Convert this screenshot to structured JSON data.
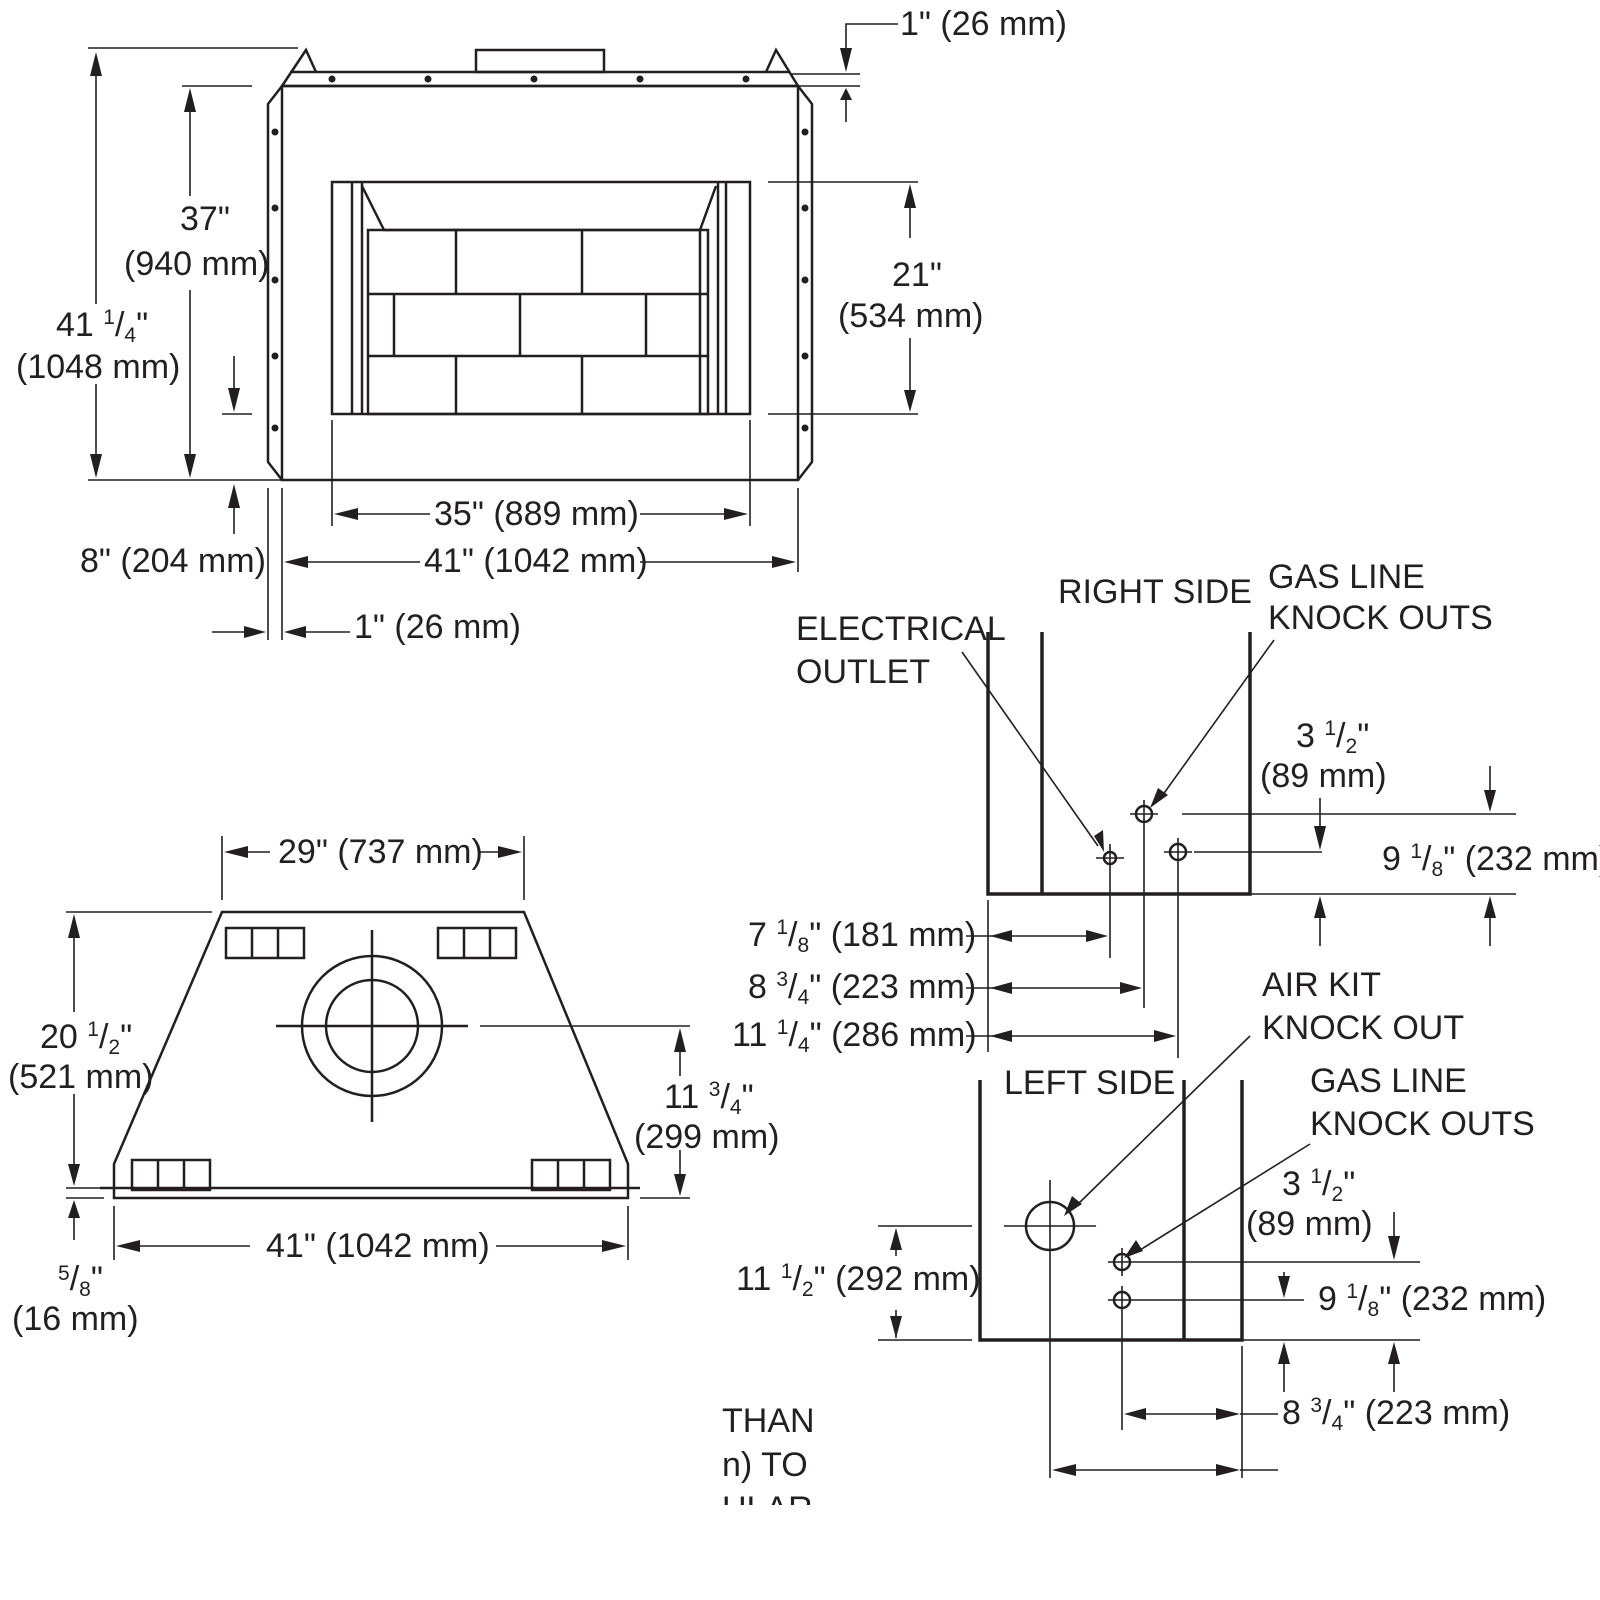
{
  "front_view": {
    "dims": {
      "top_offset": "1\" (26 mm)",
      "height_37_in": "37\"",
      "height_37_mm": "(940 mm)",
      "height_41_in_whole": "41 ",
      "height_41_in_frac_num": "1",
      "height_41_in_frac_den": "4",
      "height_41_in_mark": "\"",
      "height_41_mm": "(1048 mm)",
      "opening_21_in": "21\"",
      "opening_21_mm": "(534 mm)",
      "opening_width": "35\" (889 mm)",
      "base_8": "8\" (204 mm)",
      "overall_width": "41\" (1042 mm)",
      "side_offset": "1\" (26 mm)"
    }
  },
  "top_view": {
    "dims": {
      "top_width": "29\" (737 mm)",
      "depth_whole": "20 ",
      "depth_num": "1",
      "depth_den": "2",
      "depth_mark": "\"",
      "depth_mm": "(521 mm)",
      "flue_whole": "11 ",
      "flue_num": "3",
      "flue_den": "4",
      "flue_mark": "\"",
      "flue_mm": "(299 mm)",
      "bottom_width": "41\" (1042 mm)",
      "flange_num": "5",
      "flange_den": "8",
      "flange_mark": "\"",
      "flange_mm": "(16 mm)"
    }
  },
  "right_side": {
    "title": "RIGHT SIDE",
    "electrical_line1": "ELECTRICAL",
    "electrical_line2": "OUTLET",
    "gas_line1": "GAS LINE",
    "gas_line2": "KNOCK OUTS",
    "dim_a_whole": "3 ",
    "dim_a_num": "1",
    "dim_a_den": "2",
    "dim_a_mark": "\"",
    "dim_a_mm": "(89 mm)",
    "dim_b_whole": "9 ",
    "dim_b_num": "1",
    "dim_b_den": "8",
    "dim_b_rest": "\" (232 mm)",
    "dim_c_whole": "7 ",
    "dim_c_num": "1",
    "dim_c_den": "8",
    "dim_c_rest": "\" (181 mm)",
    "dim_d_whole": "8 ",
    "dim_d_num": "3",
    "dim_d_den": "4",
    "dim_d_rest": "\" (223 mm)",
    "dim_e_whole": "11 ",
    "dim_e_num": "1",
    "dim_e_den": "4",
    "dim_e_rest": "\" (286 mm)"
  },
  "left_side": {
    "title": "LEFT SIDE",
    "air_line1": "AIR KIT",
    "air_line2": "KNOCK OUT",
    "gas_line1": "GAS LINE",
    "gas_line2": "KNOCK OUTS",
    "dim_a_whole": "3 ",
    "dim_a_num": "1",
    "dim_a_den": "2",
    "dim_a_mark": "\"",
    "dim_a_mm": "(89 mm)",
    "dim_b_whole": "9 ",
    "dim_b_num": "1",
    "dim_b_den": "8",
    "dim_b_rest": "\" (232 mm)",
    "dim_c_whole": "11 ",
    "dim_c_num": "1",
    "dim_c_den": "2",
    "dim_c_rest": "\" (292 mm)",
    "dim_d_whole": "8 ",
    "dim_d_num": "3",
    "dim_d_den": "4",
    "dim_d_rest": "\" (223 mm)"
  },
  "note_fragment": {
    "line1": "THAN",
    "line2": "n) TO",
    "line3": "ULAR"
  }
}
